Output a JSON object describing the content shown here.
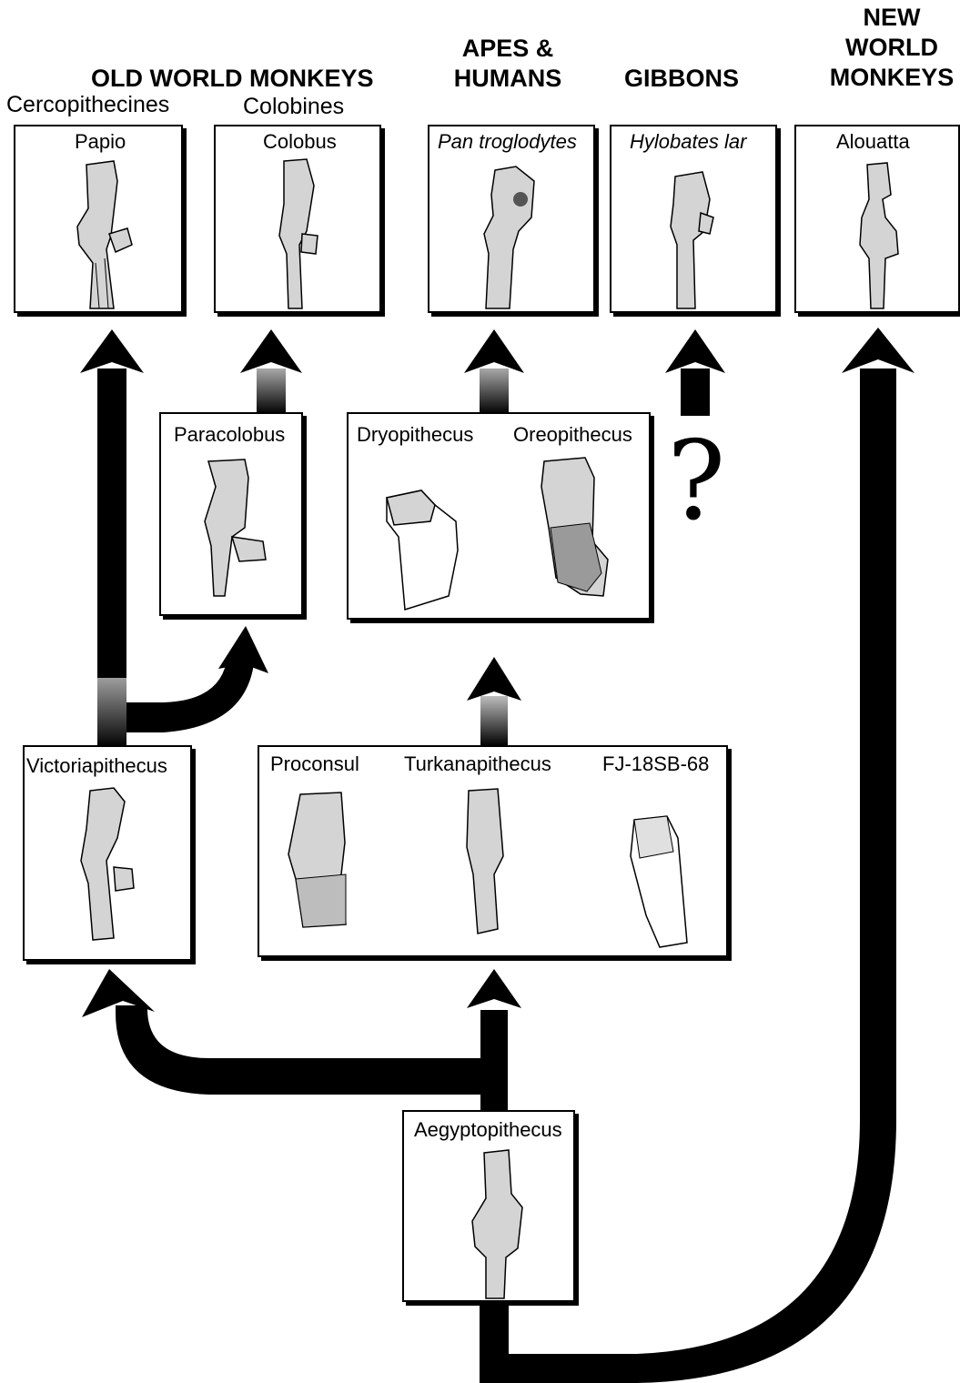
{
  "headers": {
    "old_world_monkeys": "OLD WORLD MONKEYS",
    "apes_humans_line1": "APES &",
    "apes_humans_line2": "HUMANS",
    "gibbons": "GIBBONS",
    "new_world_line1": "NEW",
    "new_world_line2": "WORLD",
    "new_world_line3": "MONKEYS"
  },
  "subgroups": {
    "cercopithecines": "Cercopithecines",
    "colobines": "Colobines"
  },
  "taxa": {
    "papio": "Papio",
    "colobus": "Colobus",
    "pan": "Pan troglodytes",
    "hylobates": "Hylobates lar",
    "alouatta": "Alouatta",
    "paracolobus": "Paracolobus",
    "dryopithecus": "Dryopithecus",
    "oreopithecus": "Oreopithecus",
    "victoriapithecus": "Victoriapithecus",
    "proconsul": "Proconsul",
    "turkanapithecus": "Turkanapithecus",
    "fj": "FJ-18SB-68",
    "aegyptopithecus": "Aegyptopithecus"
  },
  "uncertain_mark": "?",
  "colors": {
    "ink": "#000000",
    "bone_fill": "#d4d4d4",
    "paper": "#ffffff"
  }
}
